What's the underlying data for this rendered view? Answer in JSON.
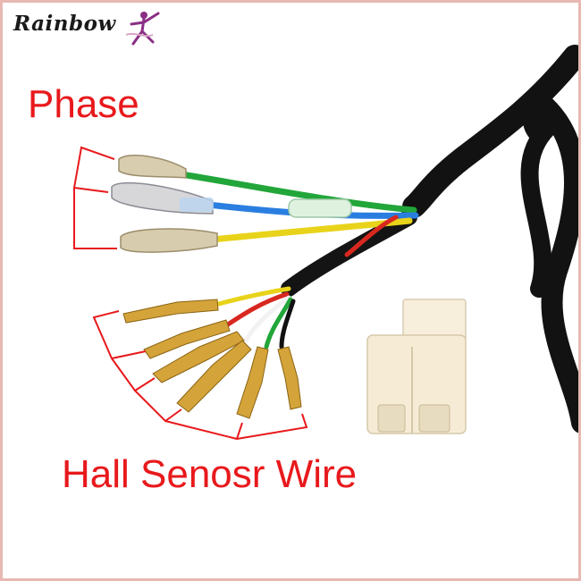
{
  "brand": {
    "name": "Rainbow",
    "logo_icon": "dancer-figure-icon"
  },
  "labels": {
    "phase": "Phase",
    "hall": "Hall Senosr Wire"
  },
  "colors": {
    "label_red": "#e8191c",
    "frame_border": "#e8b8b3",
    "cable_black": "#111111",
    "wire_green": "#22a63a",
    "wire_blue": "#2a7ee0",
    "wire_yellow": "#e8d31a",
    "wire_red": "#d8281f",
    "wire_white": "#f2f2f2",
    "connector_beige": "#f6ecd6",
    "terminal_gold": "#d4a43a"
  }
}
